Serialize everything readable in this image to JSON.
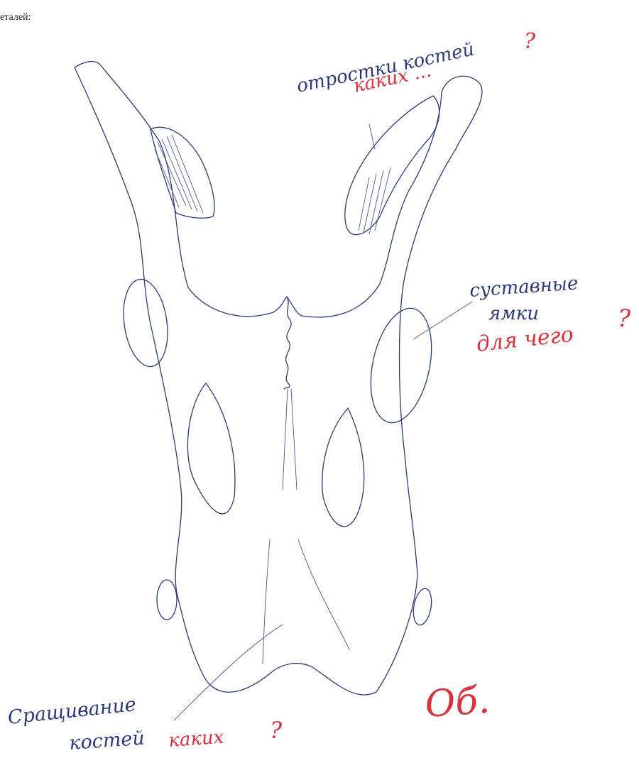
{
  "header": {
    "printed_fragment": "еталей:"
  },
  "annotations": {
    "top_label": {
      "line1": "отростки костей",
      "correction": "каких ...",
      "mark": "?"
    },
    "right_label": {
      "line1": "суставные",
      "line2": "ямки",
      "correction": "для чего",
      "mark": "?"
    },
    "bottom_label": {
      "line1": "Сращивание",
      "line2": "костей",
      "correction": "каких",
      "mark": "?"
    }
  },
  "grade": {
    "text": "Об."
  },
  "colors": {
    "ink_blue": "#2d3a78",
    "ink_red": "#d8323a",
    "paper": "#ffffff"
  }
}
